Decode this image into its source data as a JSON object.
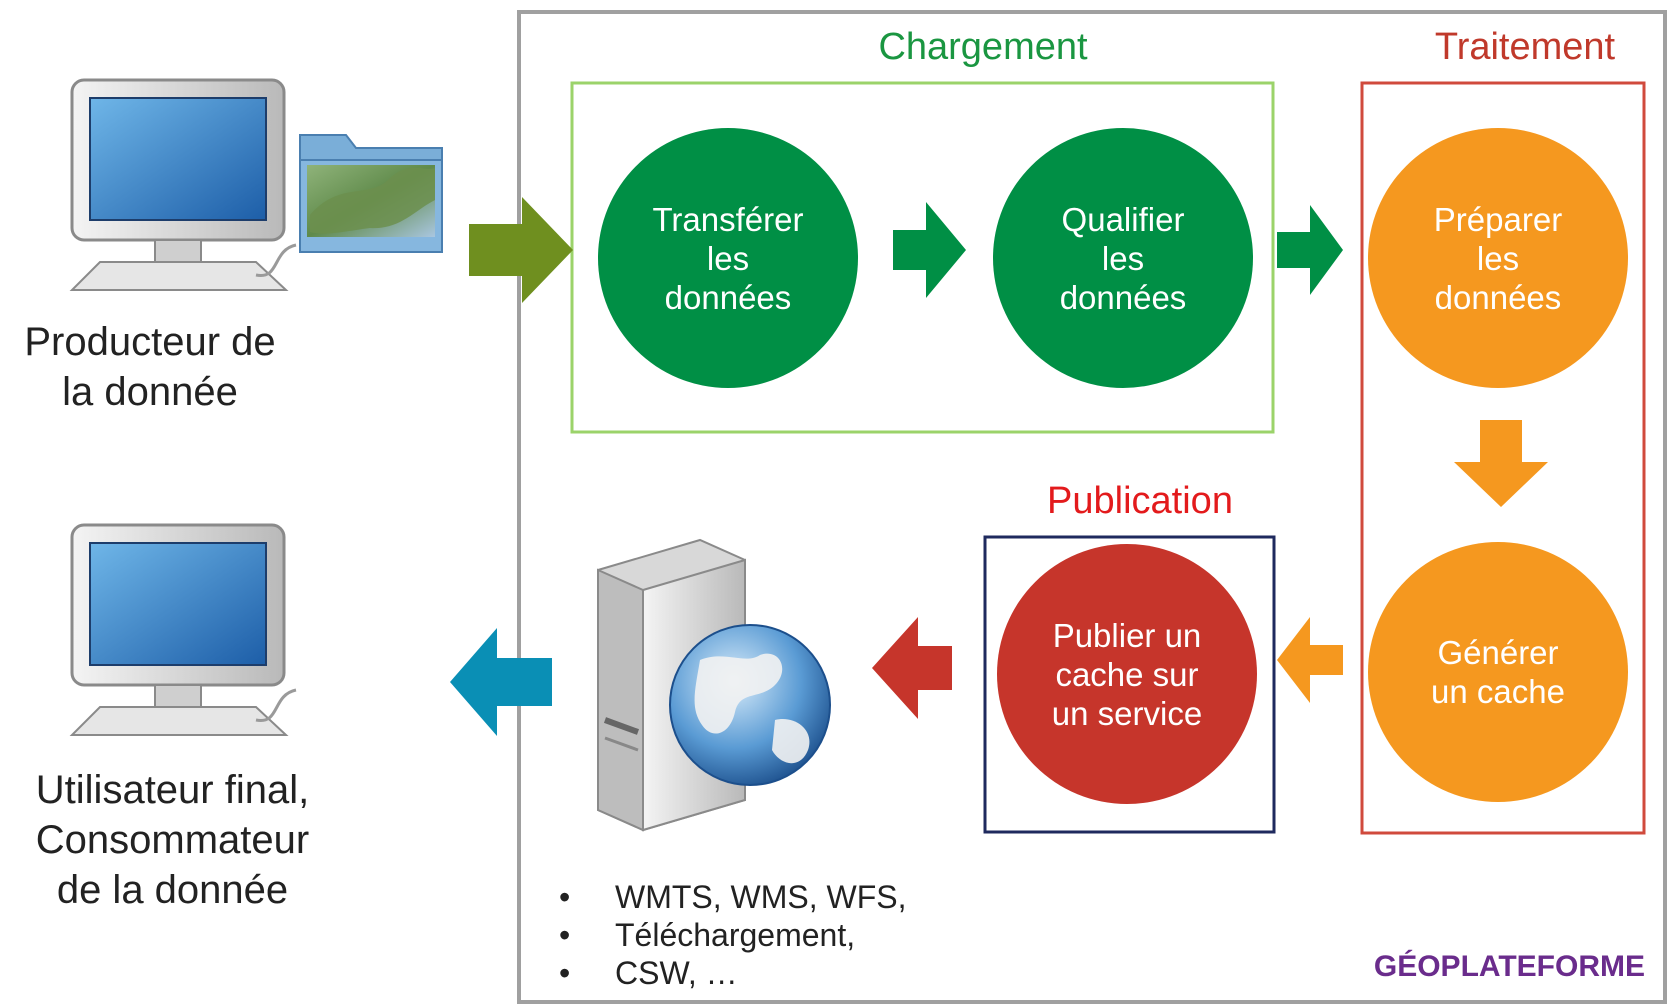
{
  "producer": {
    "label": "Producteur de\nla donnée"
  },
  "consumer": {
    "label": "Utilisateur final,\nConsommateur\nde la donnée"
  },
  "sections": {
    "chargement": {
      "title": "Chargement",
      "color": "#1a9641"
    },
    "traitement": {
      "title": "Traitement",
      "color": "#c0392b"
    },
    "publication": {
      "title": "Publication",
      "color": "#e31a1c"
    }
  },
  "steps": {
    "transferer": "Transférer\nles\ndonnées",
    "qualifier": "Qualifier\nles\ndonnées",
    "preparer": "Préparer\nles\ndonnées",
    "generer": "Générer\nun cache",
    "publier": "Publier un\ncache sur\nun service"
  },
  "services": [
    "WMTS, WMS, WFS,",
    "Téléchargement,",
    "CSW, …"
  ],
  "brand": {
    "label": "GÉOPLATEFORME",
    "color": "#6a2c8c"
  },
  "colors": {
    "green_circle": "#008f45",
    "orange_circle": "#f5981f",
    "red_circle": "#c6352b",
    "olive_arrow": "#6f8f1f",
    "blue_arrow": "#0a8fb5",
    "frame_border": "#a0a0a0"
  },
  "icons": [
    "computer-icon",
    "folder-map-icon",
    "server-globe-icon"
  ]
}
